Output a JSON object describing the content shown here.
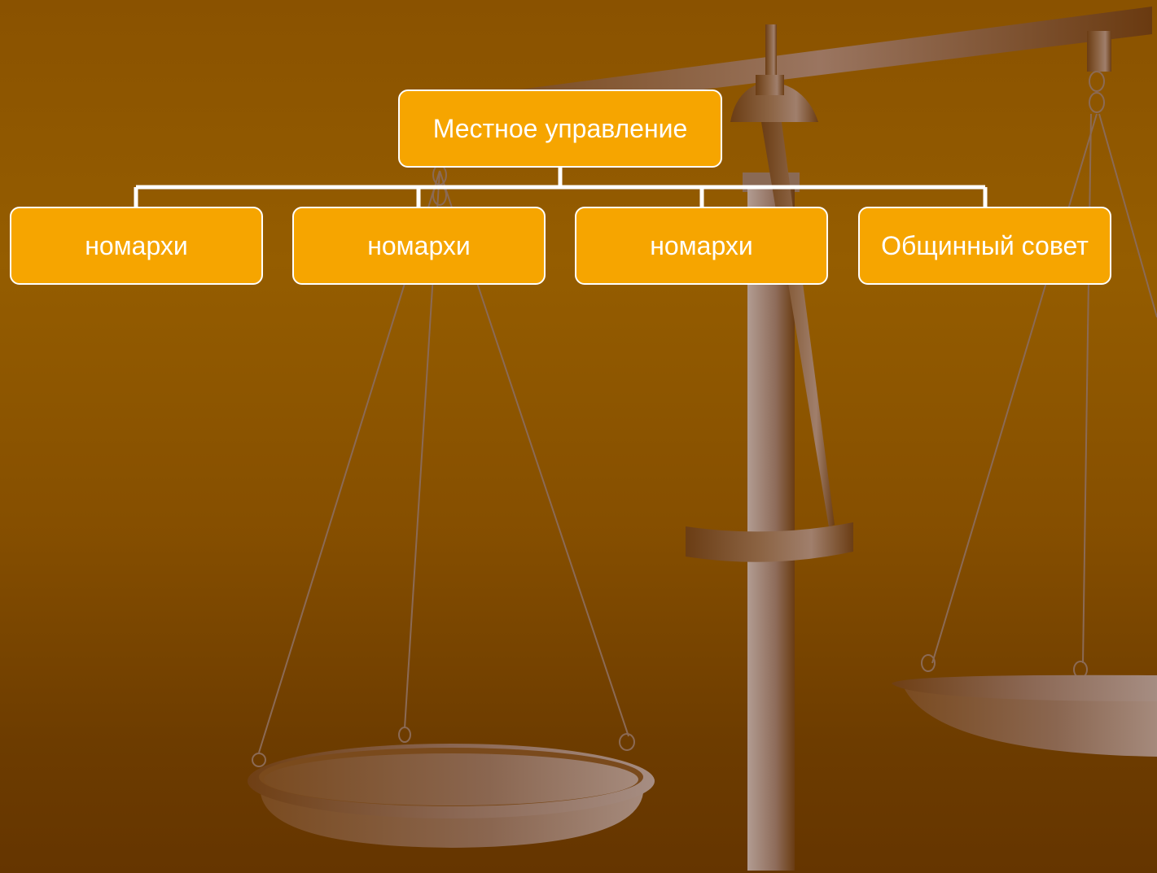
{
  "diagram": {
    "root": {
      "label": "Местное управление"
    },
    "children": [
      {
        "label": "номархи"
      },
      {
        "label": "номархи"
      },
      {
        "label": "номархи"
      },
      {
        "label": "Общинный совет"
      }
    ]
  },
  "background": {
    "illustration": "balance-scale",
    "colors": {
      "top": "#8a5200",
      "bottom": "#653500",
      "node_fill": "#f6a500",
      "node_border": "#ffffff"
    }
  }
}
